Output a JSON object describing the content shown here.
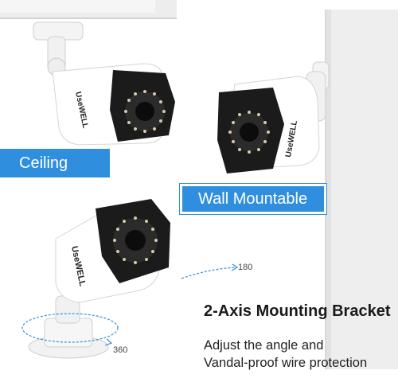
{
  "labels": {
    "ceiling": "Ceiling",
    "wall": "Wall Mountable"
  },
  "camera_brand": "UseWELL",
  "rotation": {
    "tilt": "180",
    "pan": "360"
  },
  "headline": "2-Axis Mounting Bracket",
  "description": {
    "line1": "Adjust the angle and",
    "line2": "Vandal-proof wire protection"
  },
  "colors": {
    "banner": "#2f8fde",
    "camera_body": "#ffffff",
    "camera_face": "#1a1a1a",
    "ir_led": "#d9c9a8"
  }
}
